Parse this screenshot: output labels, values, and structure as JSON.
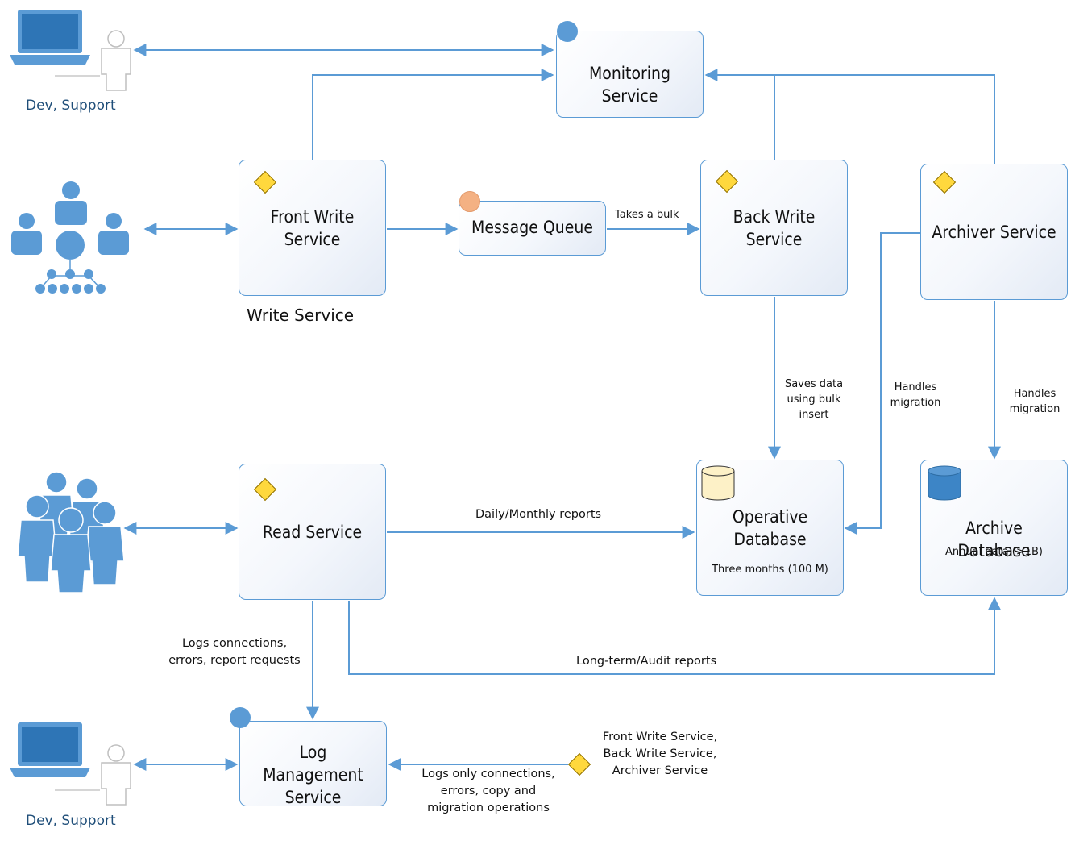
{
  "colors": {
    "connector": "#5b9bd5",
    "box_border": "#5b9bd5",
    "actor_icon": "#5b9bd5",
    "gateway": "#ffd83d",
    "event_blue": "#5b9bd5",
    "event_orange": "#f4b183",
    "operative_db": "#fdf1c7",
    "archive_db": "#3d85c6"
  },
  "nodes": {
    "monitoring": {
      "title": "Monitoring Service",
      "marker": "blue-start-event-icon"
    },
    "front_write": {
      "title_line1": "Front Write",
      "title_line2": "Service",
      "marker": "gateway-diamond-icon"
    },
    "message_queue": {
      "title": "Message Queue",
      "marker": "orange-start-event-icon"
    },
    "back_write": {
      "title_line1": "Back Write",
      "title_line2": "Service",
      "marker": "gateway-diamond-icon"
    },
    "archiver": {
      "title": "Archiver Service",
      "marker": "gateway-diamond-icon"
    },
    "read": {
      "title": "Read Service",
      "marker": "gateway-diamond-icon"
    },
    "operative_db": {
      "title_line1": "Operative",
      "title_line2": "Database",
      "subtitle": "Three months (100 M)",
      "icon": "database-cylinder-icon"
    },
    "archive_db": {
      "title": "Archive Database",
      "subtitle": "Annual data (>1B)",
      "icon": "database-cylinder-icon"
    },
    "log_management": {
      "title_line1": "Log Management",
      "title_line2": "Service",
      "marker": "blue-start-event-icon"
    }
  },
  "actors": {
    "dev_support_top": {
      "caption": "Dev, Support",
      "icons": [
        "laptop-icon",
        "person-outline-icon"
      ]
    },
    "writers": {
      "icon": "organization-hierarchy-icon"
    },
    "readers": {
      "icon": "user-group-icon"
    },
    "dev_support_bottom": {
      "caption": "Dev, Support",
      "icons": [
        "laptop-icon",
        "person-outline-icon"
      ]
    }
  },
  "labels": {
    "write_service": "Write Service",
    "takes_a_bulk": "Takes a bulk",
    "saves_data": [
      "Saves data",
      "using bulk",
      "insert"
    ],
    "handles_migration_1": [
      "Handles",
      "migration"
    ],
    "handles_migration_2": [
      "Handles",
      "migration"
    ],
    "daily_monthly": "Daily/Monthly reports",
    "long_term": "Long-term/Audit reports",
    "logs_connections": [
      "Logs connections,",
      "errors, report requests"
    ],
    "logs_only": [
      "Logs only connections,",
      "errors, copy and",
      "migration operations"
    ],
    "log_sources": [
      "Front Write Service,",
      "Back Write Service,",
      "Archiver Service"
    ]
  }
}
